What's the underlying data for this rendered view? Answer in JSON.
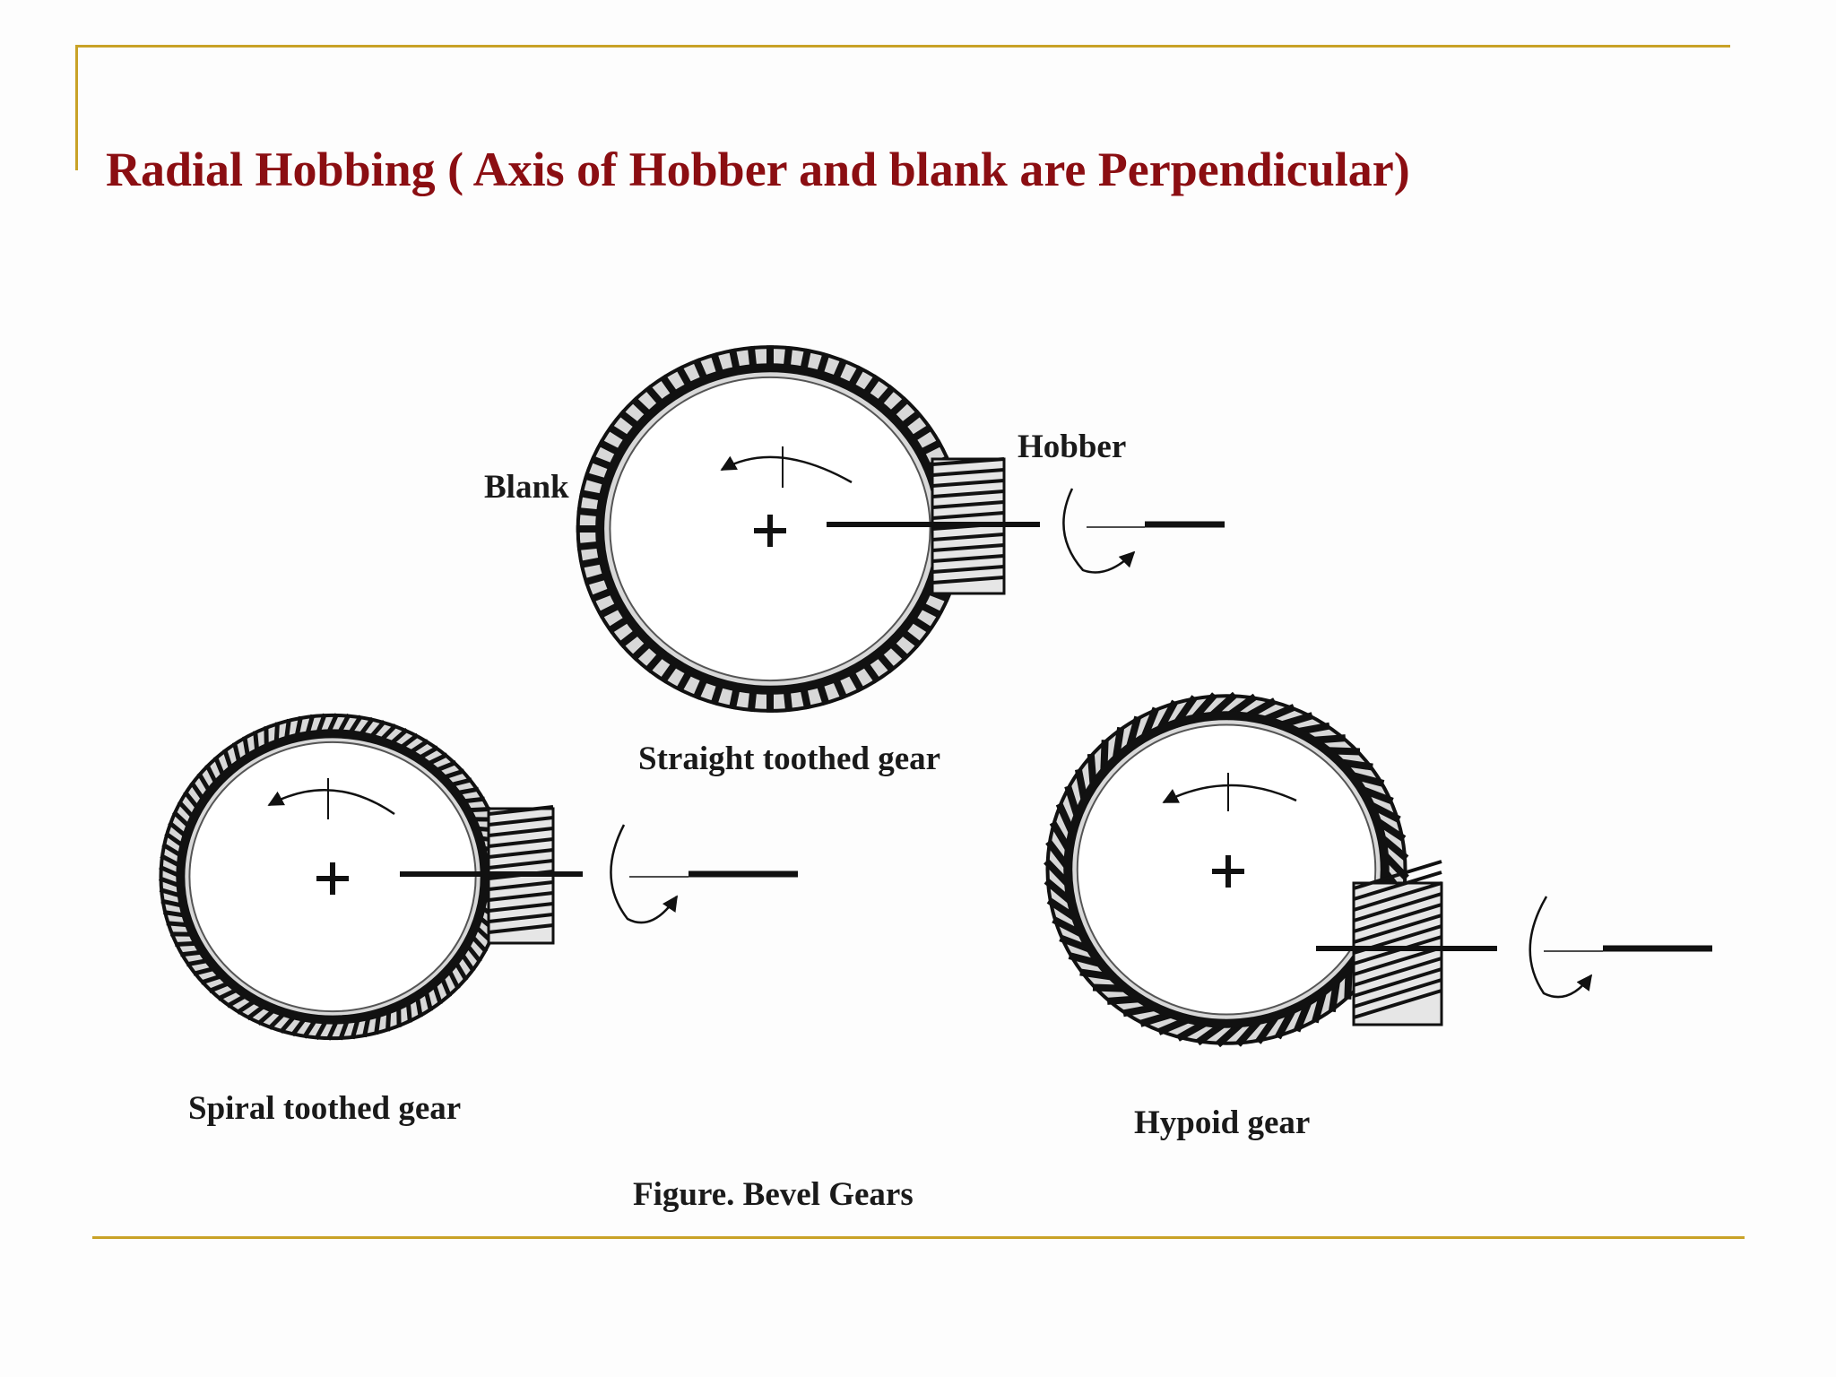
{
  "slide": {
    "title": "Radial Hobbing ( Axis of Hobber and blank are Perpendicular)",
    "colors": {
      "title": "#8b0e12",
      "rule": "#c9a227",
      "ink": "#111111"
    }
  },
  "figure": {
    "caption": "Figure. Bevel Gears",
    "labels": {
      "blank": "Blank",
      "hobber": "Hobber"
    },
    "gears": [
      {
        "id": "straight",
        "name": "Straight toothed gear",
        "tooth_style": "straight",
        "icon": "straight-bevel-gear-icon"
      },
      {
        "id": "spiral",
        "name": "Spiral toothed gear",
        "tooth_style": "spiral",
        "icon": "spiral-bevel-gear-icon"
      },
      {
        "id": "hypoid",
        "name": "Hypoid gear",
        "tooth_style": "hypoid",
        "icon": "hypoid-gear-icon"
      }
    ]
  }
}
